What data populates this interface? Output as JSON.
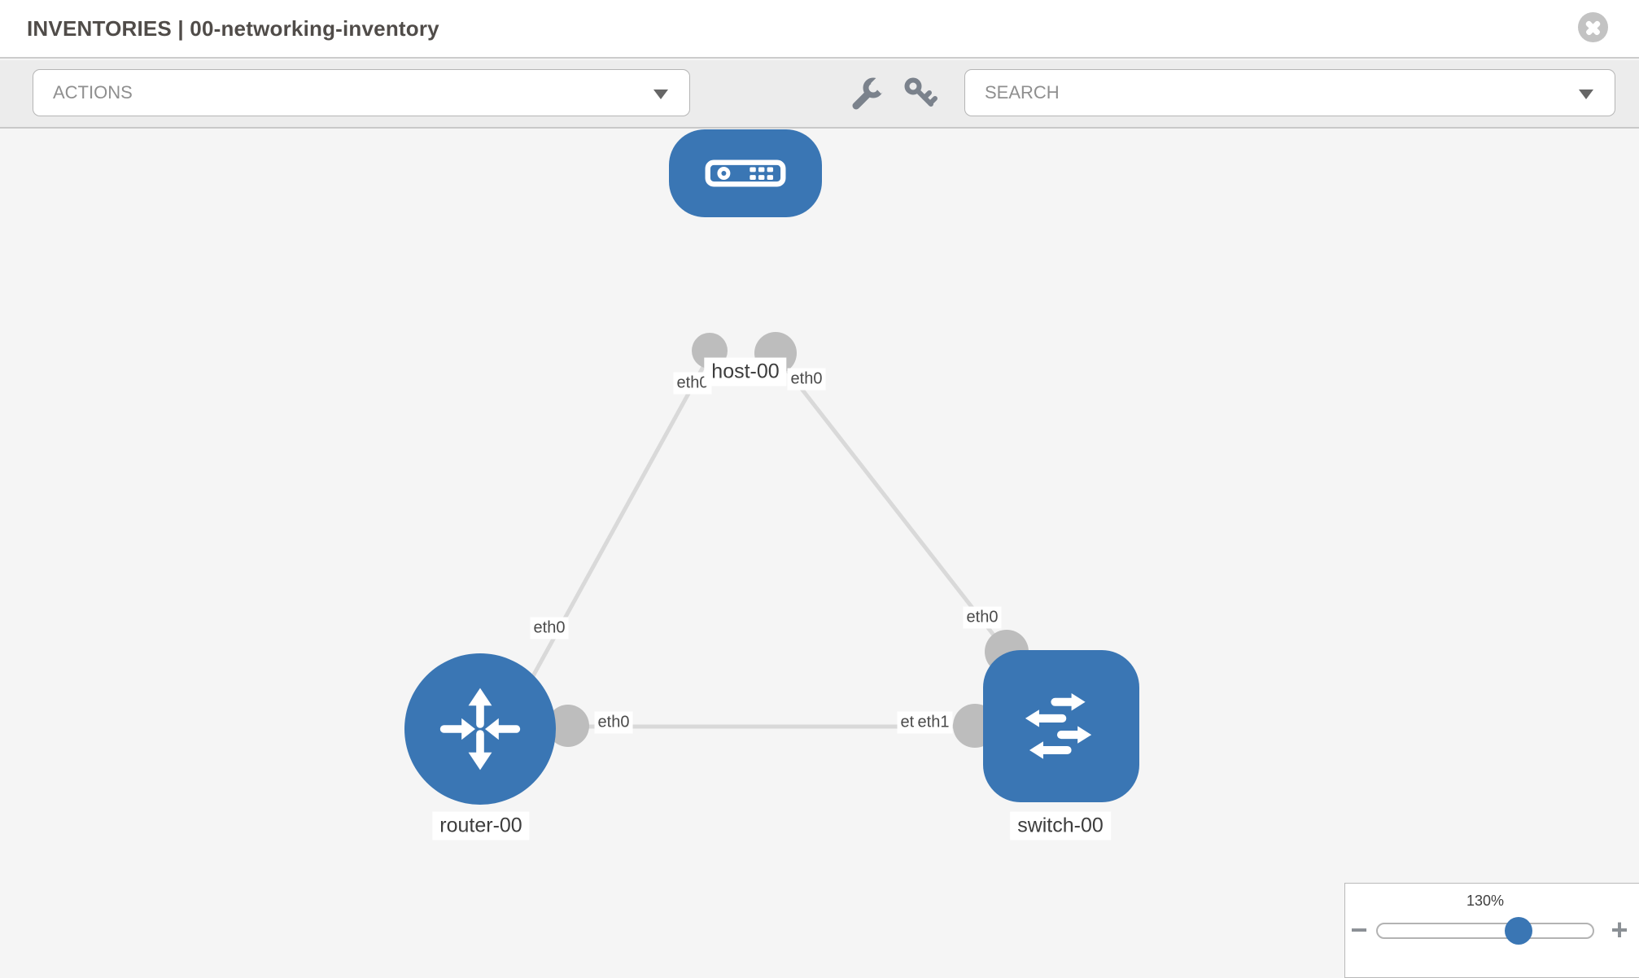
{
  "header": {
    "title": "INVENTORIES | 00-networking-inventory"
  },
  "toolbar": {
    "actions_label": "ACTIONS",
    "search_placeholder": "SEARCH",
    "icons": [
      "wrench-icon",
      "key-icon"
    ]
  },
  "canvas": {
    "nodes": [
      {
        "id": "host-00",
        "type": "host",
        "label": "host-00"
      },
      {
        "id": "router-00",
        "type": "router",
        "label": "router-00"
      },
      {
        "id": "switch-00",
        "type": "switch",
        "label": "switch-00"
      }
    ],
    "interface_labels": {
      "host_left": "eth0",
      "host_right": "eth0",
      "router_top": "eth0",
      "switch_top": "eth0",
      "router_right": "eth0",
      "switch_left_under": "eth0",
      "switch_left_over": "eth1"
    },
    "links": [
      {
        "source": "host-00",
        "source_interface": "eth0",
        "target": "router-00",
        "target_interface": "eth0"
      },
      {
        "source": "host-00",
        "source_interface": "eth0",
        "target": "switch-00",
        "target_interface": "eth0"
      },
      {
        "source": "router-00",
        "source_interface": "eth0",
        "target": "switch-00",
        "target_interface": "eth1"
      }
    ]
  },
  "zoom_control": {
    "level": "130%",
    "minus_label": "−",
    "plus_label": "+"
  },
  "colors": {
    "node_blue": "#3a76b4",
    "edge_gray": "#d9d9d9",
    "port_gray": "#bdbdbd",
    "canvas_bg": "#f5f5f5",
    "toolbar_bg": "#ececec",
    "header_bg": "#ffffff"
  }
}
